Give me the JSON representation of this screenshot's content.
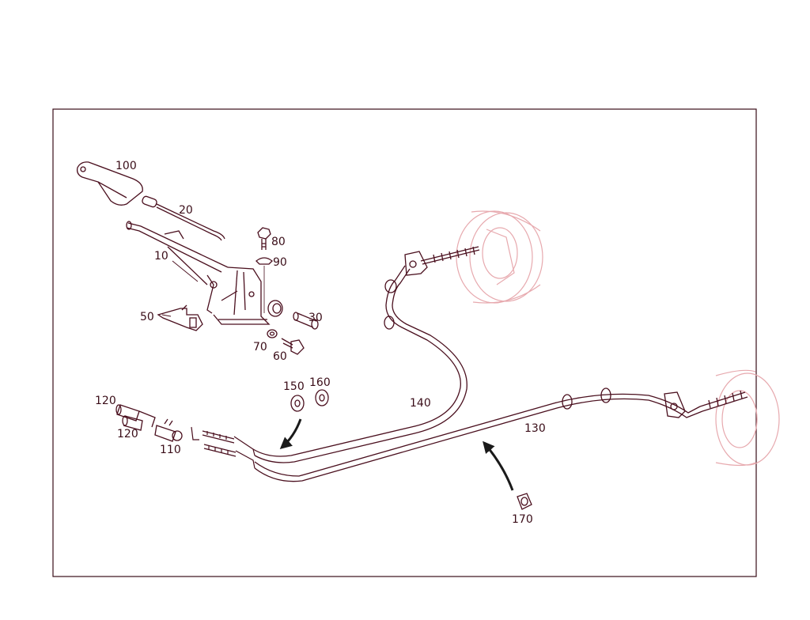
{
  "colors": {
    "ink": "#4a0f1e",
    "faint": "#e7a9ae",
    "frame": "#3a0d18",
    "background": "#ffffff"
  },
  "labels": {
    "p100": "100",
    "p20": "20",
    "p10": "10",
    "p80": "80",
    "p90": "90",
    "p50": "50",
    "p30": "30",
    "p70": "70",
    "p60": "60",
    "p120a": "120",
    "p120b": "120",
    "p110": "110",
    "p150": "150",
    "p160": "160",
    "p140": "140",
    "p130": "130",
    "p170": "170"
  }
}
